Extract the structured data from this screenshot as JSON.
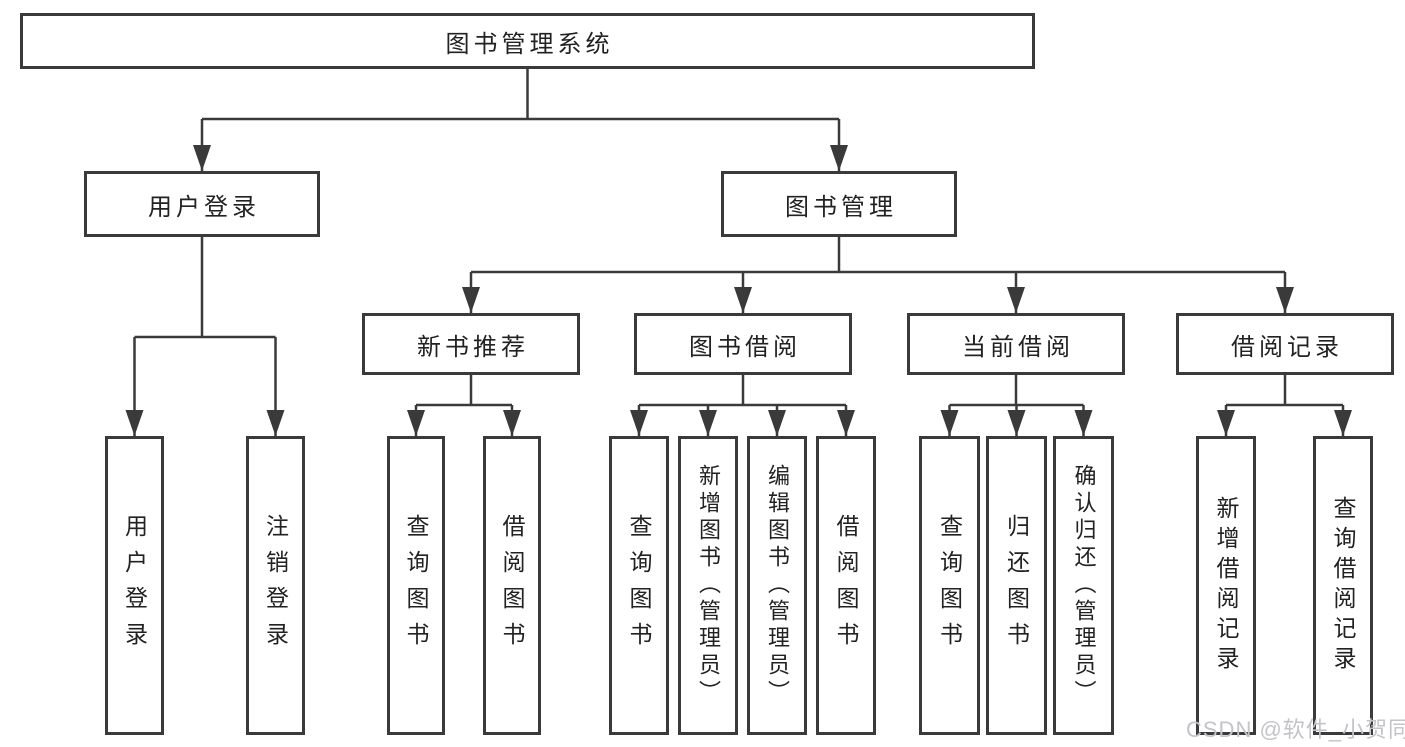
{
  "diagram": {
    "root": "图书管理系统",
    "level2": [
      {
        "label": "用户登录",
        "leaves": [
          "用户登录",
          "注销登录"
        ]
      },
      {
        "label": "图书管理",
        "groups": [
          {
            "label": "新书推荐",
            "leaves": [
              "查询图书",
              "借阅图书"
            ]
          },
          {
            "label": "图书借阅",
            "leaves": [
              "查询图书",
              "新增图书（管理员）",
              "编辑图书（管理员）",
              "借阅图书"
            ]
          },
          {
            "label": "当前借阅",
            "leaves": [
              "查询图书",
              "归还图书",
              "确认归还（管理员）"
            ]
          },
          {
            "label": "借阅记录",
            "leaves": [
              "新增借阅记录",
              "查询借阅记录"
            ]
          }
        ]
      }
    ]
  },
  "watermark": {
    "text": "CSDN @软件_小贺同学"
  },
  "colors": {
    "line": "#3a3a3a",
    "box_border": "#3a3a3a",
    "text": "#222222",
    "watermark": "#c3c3c8",
    "background": "#ffffff"
  }
}
